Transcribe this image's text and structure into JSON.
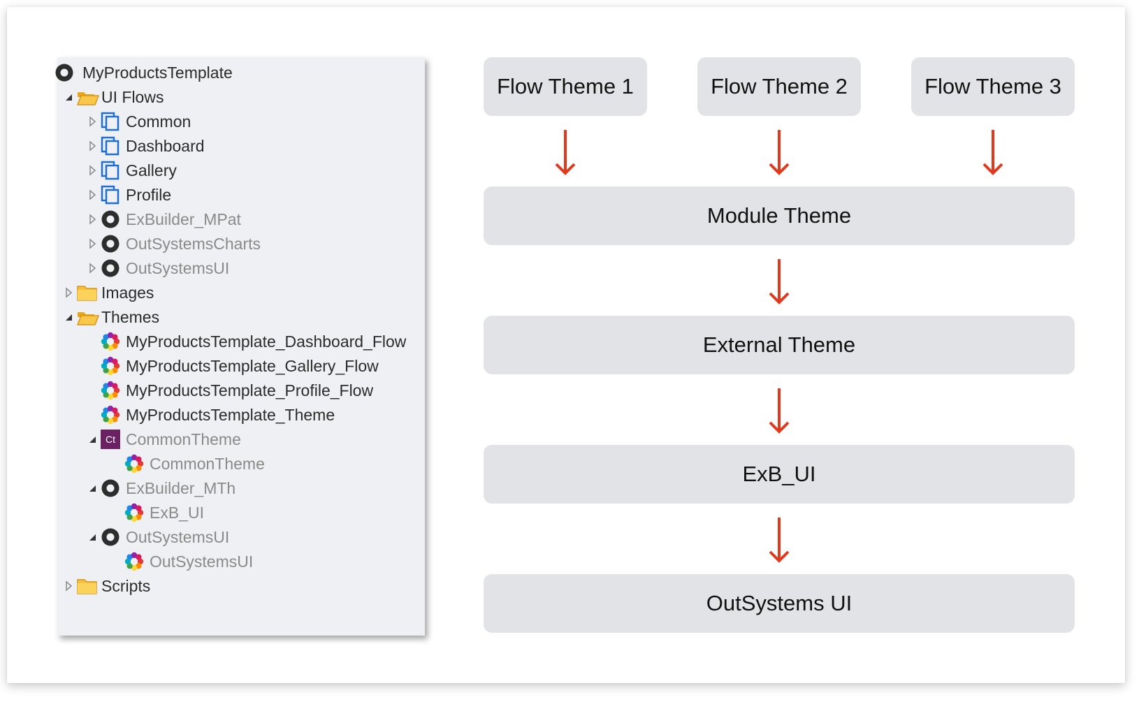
{
  "tree": {
    "rows": [
      {
        "label": "MyProductsTemplate",
        "icon": "module-icon",
        "expander": "none",
        "gray": false
      },
      {
        "label": "UI Flows",
        "icon": "folder-open-icon",
        "expander": "expanded",
        "gray": false
      },
      {
        "label": "Common",
        "icon": "ui-flow-icon",
        "expander": "collapsed",
        "gray": false
      },
      {
        "label": "Dashboard",
        "icon": "ui-flow-icon",
        "expander": "collapsed",
        "gray": false
      },
      {
        "label": "Gallery",
        "icon": "ui-flow-icon",
        "expander": "collapsed",
        "gray": false
      },
      {
        "label": "Profile",
        "icon": "ui-flow-icon",
        "expander": "collapsed",
        "gray": false
      },
      {
        "label": "ExBuilder_MPat",
        "icon": "module-icon",
        "expander": "collapsed",
        "gray": true
      },
      {
        "label": "OutSystemsCharts",
        "icon": "module-icon",
        "expander": "collapsed",
        "gray": true
      },
      {
        "label": "OutSystemsUI",
        "icon": "module-icon",
        "expander": "collapsed",
        "gray": true
      },
      {
        "label": "Images",
        "icon": "folder-icon",
        "expander": "collapsed",
        "gray": false
      },
      {
        "label": "Themes",
        "icon": "folder-open-icon",
        "expander": "expanded",
        "gray": false
      },
      {
        "label": "MyProductsTemplate_Dashboard_Flow",
        "icon": "theme-icon",
        "expander": "none",
        "gray": false
      },
      {
        "label": "MyProductsTemplate_Gallery_Flow",
        "icon": "theme-icon",
        "expander": "none",
        "gray": false
      },
      {
        "label": "MyProductsTemplate_Profile_Flow",
        "icon": "theme-icon",
        "expander": "none",
        "gray": false
      },
      {
        "label": "MyProductsTemplate_Theme",
        "icon": "theme-icon",
        "expander": "none",
        "gray": false
      },
      {
        "label": "CommonTheme",
        "icon": "ct-module-icon",
        "icon_text": "Ct",
        "expander": "expanded",
        "gray": true
      },
      {
        "label": "CommonTheme",
        "icon": "theme-icon",
        "expander": "none",
        "gray": true
      },
      {
        "label": "ExBuilder_MTh",
        "icon": "module-icon",
        "expander": "expanded",
        "gray": true
      },
      {
        "label": "ExB_UI",
        "icon": "theme-icon",
        "expander": "none",
        "gray": true
      },
      {
        "label": "OutSystemsUI",
        "icon": "module-icon",
        "expander": "expanded",
        "gray": true
      },
      {
        "label": "OutSystemsUI",
        "icon": "theme-icon",
        "expander": "none",
        "gray": true
      },
      {
        "label": "Scripts",
        "icon": "folder-icon",
        "expander": "collapsed",
        "gray": false
      }
    ]
  },
  "diagram": {
    "flow_themes": [
      "Flow Theme 1",
      "Flow Theme 2",
      "Flow Theme 3"
    ],
    "stack": [
      "Module Theme",
      "External Theme",
      "ExB_UI",
      "OutSystems UI"
    ],
    "arrow_color": "#e03a1e",
    "box_color": "#e2e3e6"
  }
}
